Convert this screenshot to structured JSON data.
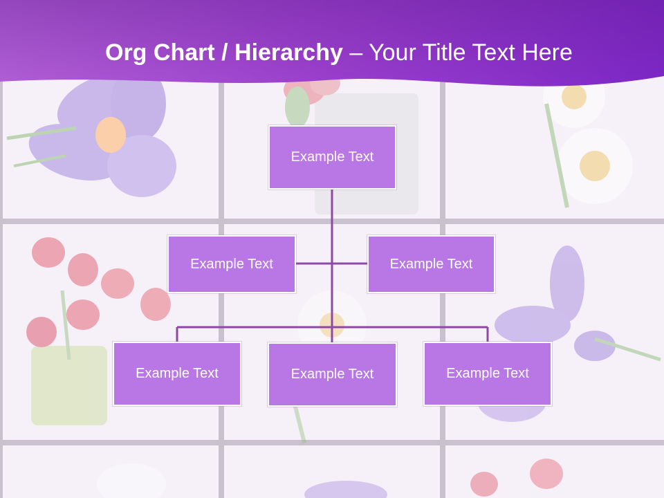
{
  "title": {
    "bold": "Org Chart / Hierarchy",
    "separator": " – ",
    "regular": "Your Title Text Here"
  },
  "colors": {
    "header_top": "#7d27c7",
    "header_light": "#b15fd6",
    "node_fill": "#b877e4",
    "connector": "#8e48a8",
    "background": "#f6f1f8",
    "grid": "#c9c1cd"
  },
  "org_chart": {
    "root": {
      "label": "Example Text"
    },
    "assistants": [
      {
        "label": "Example Text"
      },
      {
        "label": "Example Text"
      }
    ],
    "children": [
      {
        "label": "Example Text"
      },
      {
        "label": "Example Text"
      },
      {
        "label": "Example Text"
      }
    ]
  },
  "background_images": [
    "purple-crocus",
    "tulips-in-pail",
    "daffodils",
    "red-tulips-watering-can",
    "daffodil",
    "purple-crocus",
    "daffodil",
    "purple-crocus",
    "red-tulips"
  ]
}
